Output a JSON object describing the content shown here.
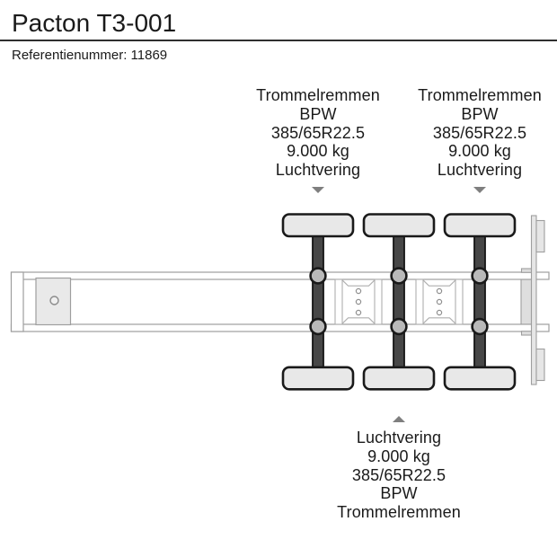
{
  "header": {
    "title": "Pacton T3-001",
    "reference": "Referentienummer: 11869"
  },
  "spec_blocks": [
    {
      "name": "axle-1-specs",
      "arrow": "down",
      "lines": [
        "Trommelremmen",
        "BPW",
        "385/65R22.5",
        "9.000 kg",
        "Luchtvering"
      ]
    },
    {
      "name": "axle-3-specs",
      "arrow": "down",
      "lines": [
        "Trommelremmen",
        "BPW",
        "385/65R22.5",
        "9.000 kg",
        "Luchtvering"
      ]
    },
    {
      "name": "axle-2-specs",
      "arrow": "up",
      "lines": [
        "Luchtvering",
        "9.000 kg",
        "385/65R22.5",
        "BPW",
        "Trommelremmen"
      ]
    }
  ],
  "diagram": {
    "type": "trailer-chassis-top-view",
    "axle_count": 3
  },
  "colors": {
    "text": "#1a1a1a",
    "divider": "#2f2f2f",
    "arrow": "#7f7f7f",
    "outline": "#9e9e9e",
    "wheel_fill": "#e8e8e8",
    "wheel_stroke": "#1a1a1a",
    "axle_fill": "#474747",
    "hub_fill": "#b9b9b9",
    "plate_fill": "#e9e9e9",
    "light_fill": "#e6e6e6"
  }
}
